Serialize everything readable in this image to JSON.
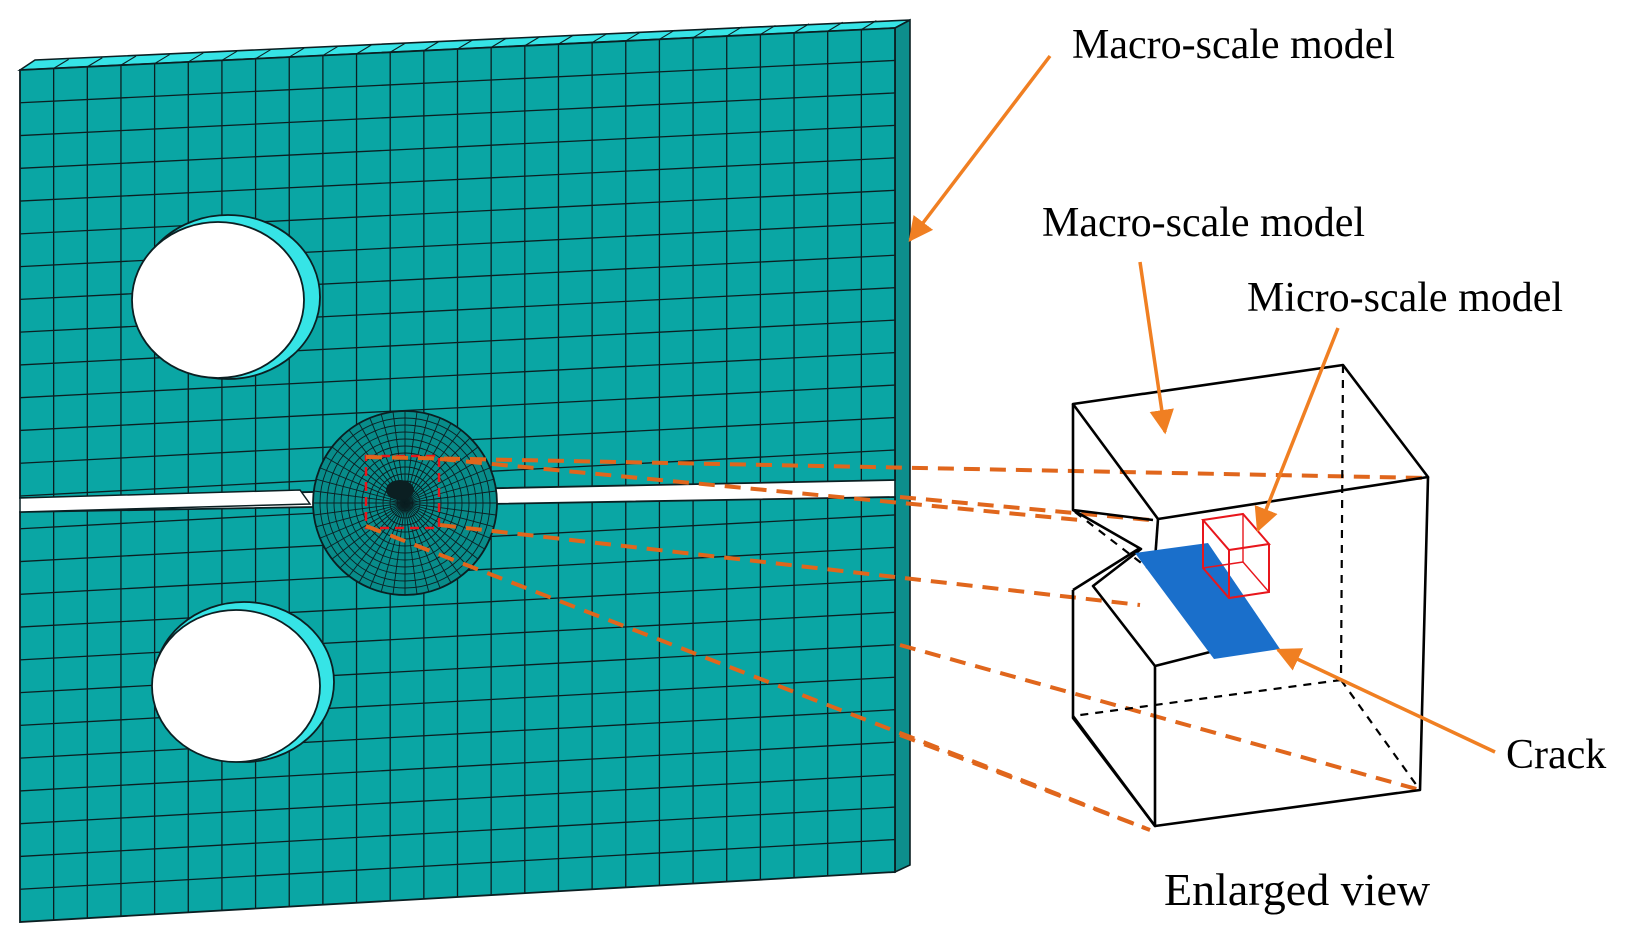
{
  "labels": {
    "macro_main": "Macro-scale model",
    "macro_enlarged": "Macro-scale model",
    "micro": "Micro-scale model",
    "crack": "Crack",
    "enlarged_view": "Enlarged view"
  },
  "colors": {
    "mesh_fill": "#0aa6a4",
    "mesh_fill_light": "#12c7c4",
    "mesh_side": "#36e4e6",
    "mesh_line": "#0b1f22",
    "leader_arrow": "#f07f22",
    "projection_dash": "#e0661c",
    "submodel_box": "#e8161c",
    "crack_fill": "#1a6fcb",
    "outline": "#000000"
  },
  "icons": {
    "leader": "arrow-icon"
  }
}
